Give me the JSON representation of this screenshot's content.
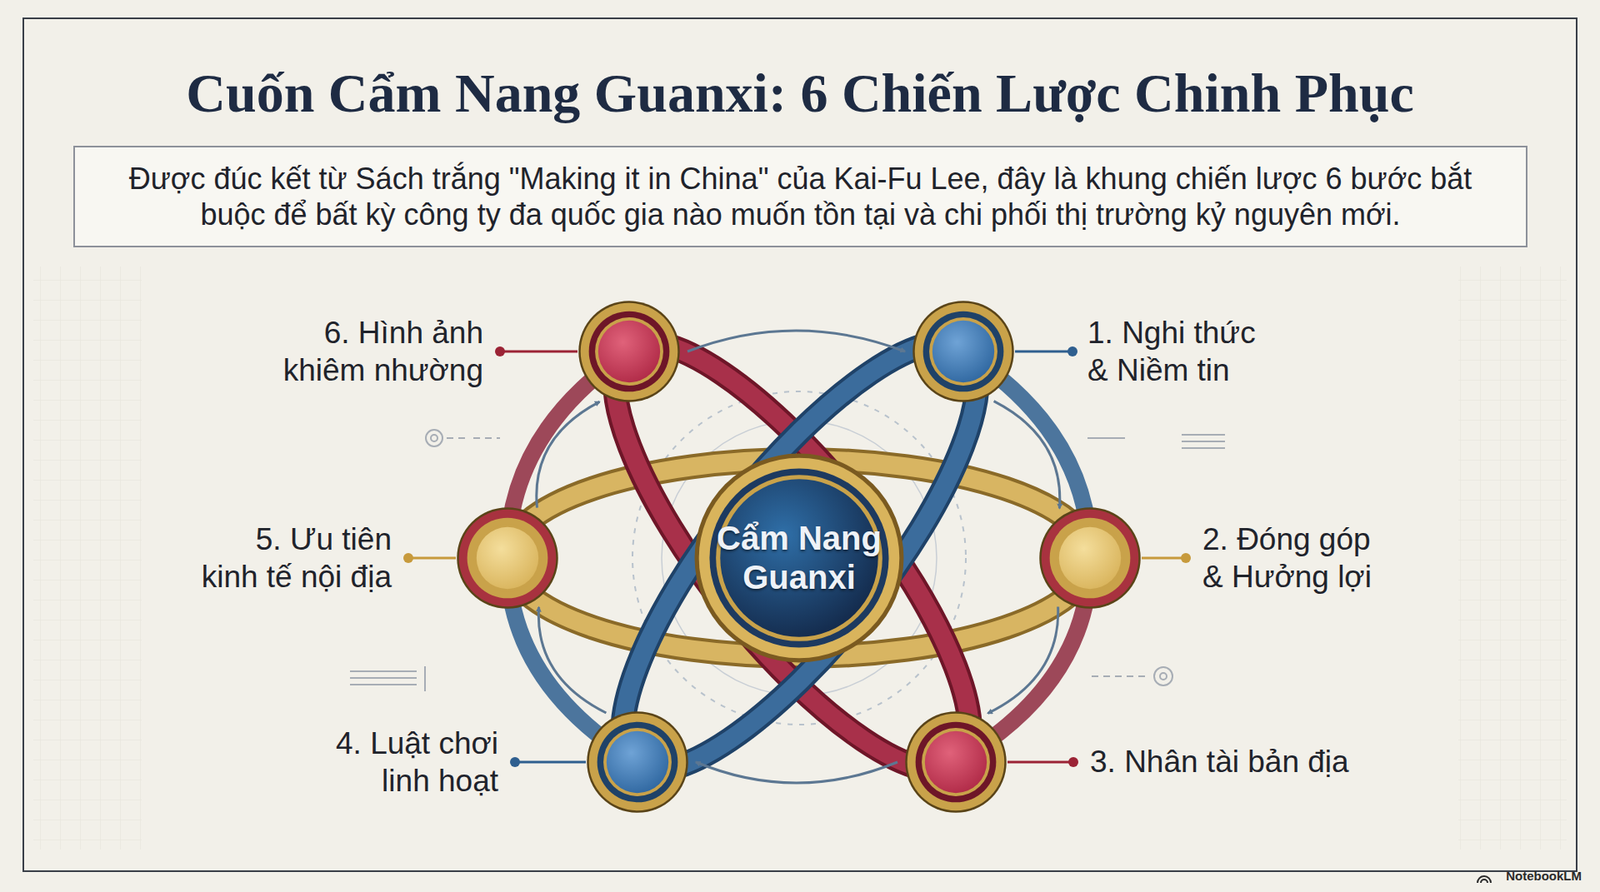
{
  "diagram": {
    "title": "Cuốn Cẩm Nang Guanxi: 6 Chiến Lược Chinh Phục",
    "caption": "Được đúc kết từ Sách trắng \"Making it in China\" của Kai-Fu Lee, đây là khung chiến lược 6 bước bắt buộc để bất kỳ công ty đa quốc gia nào muốn tồn tại và chi phối thị trường kỷ nguyên mới.",
    "nodes": [
      {
        "text": [
          "Cẩm Nang Guanxi"
        ]
      },
      {
        "text": [
          "1. Nghi thức & Niềm tin"
        ]
      },
      {
        "text": [
          "2. Đóng góp & Hưởng lợi"
        ]
      },
      {
        "text": [
          "3. Nhân tài bản địa"
        ]
      },
      {
        "text": [
          "4. Luật chơi linh hoạt"
        ]
      },
      {
        "text": [
          "5. Ưu tiên kinh tế nội địa"
        ]
      },
      {
        "text": [
          "6. Hình ảnh khiêm nhường"
        ]
      }
    ],
    "edges": [
      {
        "from": 1,
        "to": 2,
        "arrow": "to"
      },
      {
        "from": 2,
        "to": 3,
        "arrow": "to"
      },
      {
        "from": 3,
        "to": 4,
        "arrow": "to"
      },
      {
        "from": 4,
        "to": 5,
        "arrow": "to"
      },
      {
        "from": 5,
        "to": 6,
        "arrow": "to"
      },
      {
        "from": 6,
        "to": 1,
        "arrow": "to"
      }
    ],
    "labels": [
      "NotebookLM"
    ]
  }
}
